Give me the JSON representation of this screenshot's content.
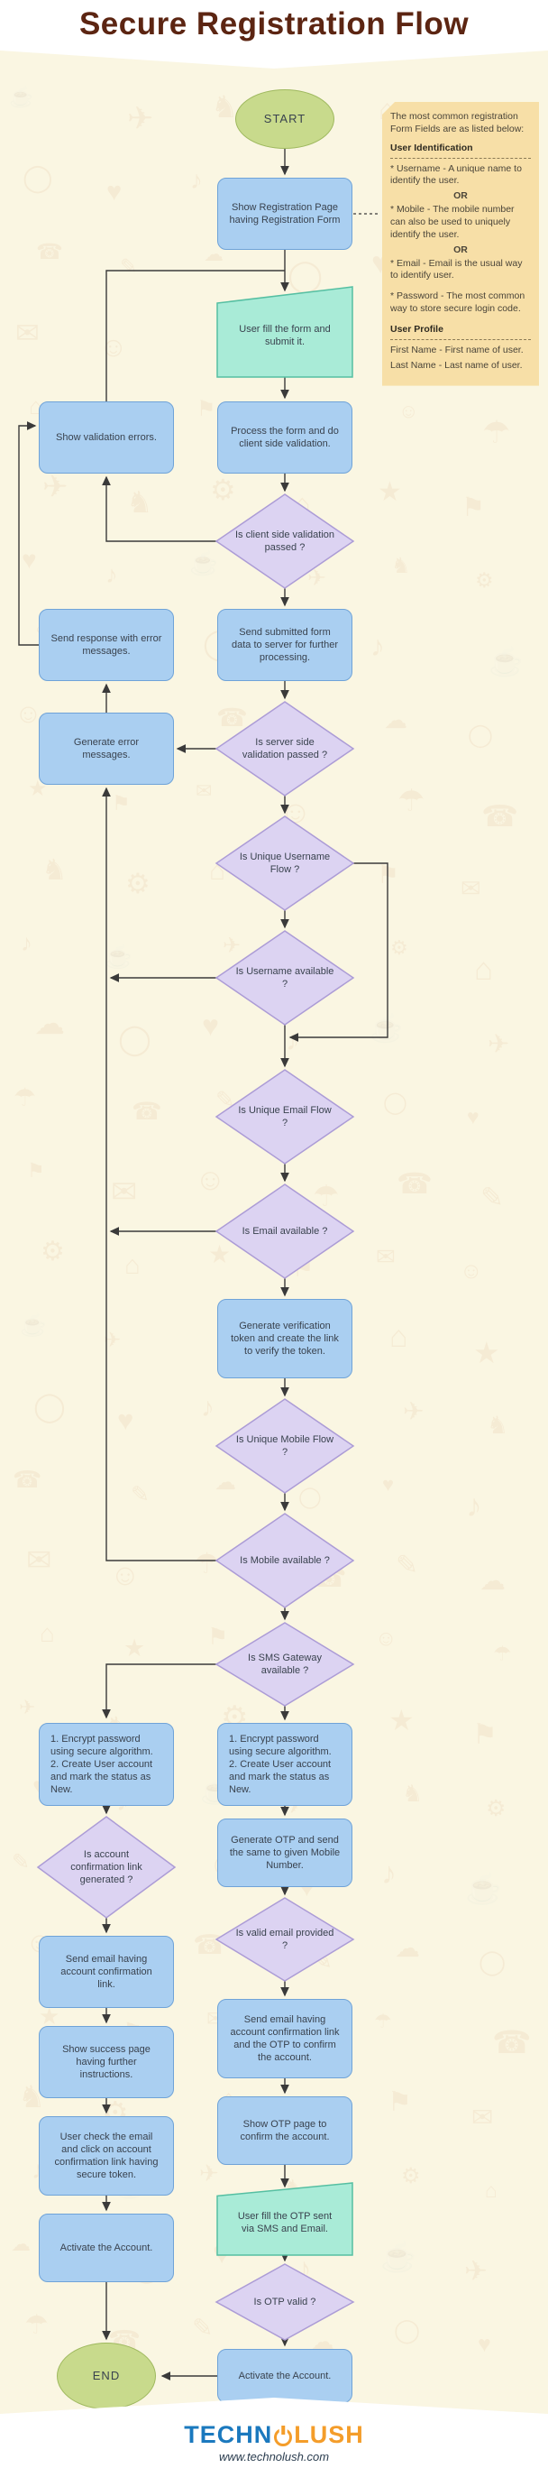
{
  "header": {
    "title": "Secure Registration Flow"
  },
  "note": {
    "intro": "The most common registration Form Fields are as listed below:",
    "user_identification_title": "User Identification",
    "username": "* Username - A unique name to identify the user.",
    "or": "OR",
    "mobile": "* Mobile - The mobile number can also be used to uniquely identify the user.",
    "email": "* Email - Email is the usual way to identify user.",
    "password": "* Password - The most common way to store secure login code.",
    "user_profile_title": "User Profile",
    "first_name": "First Name - First name of user.",
    "last_name": "Last Name - Last name of user."
  },
  "nodes": {
    "start": "START",
    "show_registration": "Show Registration Page having Registration Form",
    "fill_form": "User fill the form and submit it.",
    "show_validation_errors": "Show validation errors.",
    "process_form": "Process the form and do client side validation.",
    "client_validation": "Is client side validation passed ?",
    "send_response": "Send response with error messages.",
    "send_form_data": "Send submitted form data to server for further processing.",
    "server_validation": "Is server side validation passed ?",
    "generate_error": "Generate error messages.",
    "unique_username": "Is Unique Username Flow ?",
    "username_available": "Is Username available ?",
    "unique_email": "Is Unique Email Flow ?",
    "email_available": "Is Email available ?",
    "generate_token": "Generate verification token and create the link to verify the token.",
    "unique_mobile": "Is Unique Mobile Flow ?",
    "mobile_available": "Is Mobile available ?",
    "sms_gateway": "Is SMS Gateway available ?",
    "encrypt_left": "1. Encrypt password using secure algorithm.\n2. Create User account and mark the status as New.",
    "encrypt_center": "1. Encrypt password using secure algorithm.\n2. Create User account and mark the status as New.",
    "confirmation_link": "Is account confirmation link generated ?",
    "generate_otp": "Generate OTP and send the same to given Mobile Number.",
    "valid_email": "Is valid email provided ?",
    "send_email_left": "Send email having account confirmation link.",
    "send_email_otp": "Send email having account confirmation link and the OTP to confirm the account.",
    "show_success": "Show success page having further instructions.",
    "show_otp": "Show OTP page to confirm the account.",
    "user_check_email": "User check the email and click on account confirmation link having secure token.",
    "fill_otp": "User fill the OTP sent via SMS and Email.",
    "activate_left": "Activate the Account.",
    "otp_valid": "Is OTP valid ?",
    "activate_center": "Activate the Account.",
    "end": "END"
  },
  "footer": {
    "logo_left": "TECHN",
    "logo_right": "LUSH",
    "website": "www.technolush.com"
  },
  "colors": {
    "page_bg": "#FAF6E2",
    "band": "#FFFFFF",
    "title": "#5C2512",
    "process": "#AACFF1",
    "process_border": "#6FA3D8",
    "decision": "#DCD3F2",
    "decision_border": "#AC9CD6",
    "manual": "#A9EBD7",
    "manual_border": "#55BFA2",
    "terminal": "#C8DA8C",
    "terminal_border": "#9FB95F",
    "note_bg": "#F7DFA7",
    "line": "#3A3A3A",
    "text": "#39424E",
    "logo_blue": "#1B79BE",
    "logo_orange": "#F49D2A"
  }
}
